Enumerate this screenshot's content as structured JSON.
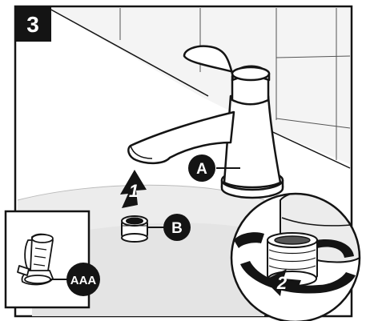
{
  "step": {
    "number": "3"
  },
  "labels": {
    "faucet": "A",
    "aerator": "B",
    "tool": "AAA"
  },
  "arrows": {
    "step1": "1",
    "step2": "2"
  },
  "colors": {
    "ink": "#141414",
    "paper": "#ffffff",
    "shade": "#d8d8d8",
    "light_shade": "#ececec"
  }
}
